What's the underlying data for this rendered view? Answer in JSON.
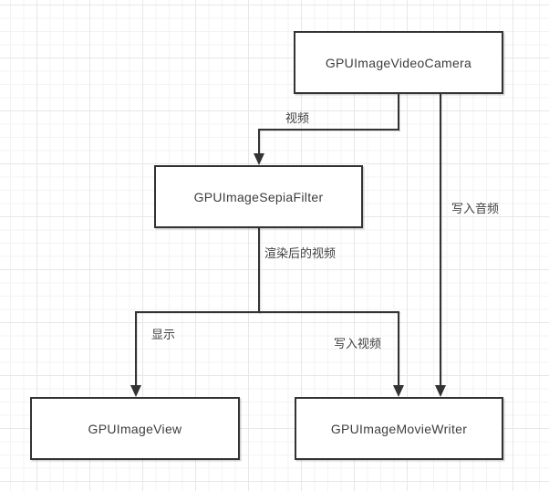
{
  "diagram": {
    "type": "flowchart",
    "nodes": [
      {
        "id": "camera",
        "label": "GPUImageVideoCamera"
      },
      {
        "id": "sepia-filter",
        "label": "GPUImageSepiaFilter"
      },
      {
        "id": "view",
        "label": "GPUImageView"
      },
      {
        "id": "movie-writer",
        "label": "GPUImageMovieWriter"
      }
    ],
    "edges": [
      {
        "from": "camera",
        "to": "sepia-filter",
        "label": "视频"
      },
      {
        "from": "sepia-filter",
        "to": "branch-point",
        "label": "渲染后的视频"
      },
      {
        "from": "branch-point",
        "to": "view",
        "label": "显示"
      },
      {
        "from": "branch-point",
        "to": "movie-writer",
        "label": "写入视频"
      },
      {
        "from": "camera",
        "to": "movie-writer",
        "label": "写入音频"
      }
    ],
    "colors": {
      "stroke": "#333333",
      "node_fill": "#ffffff",
      "text": "#3d3d3d",
      "grid_minor": "#f3f3f6",
      "grid_major": "#e7e7ec",
      "canvas": "#ffffff"
    }
  }
}
